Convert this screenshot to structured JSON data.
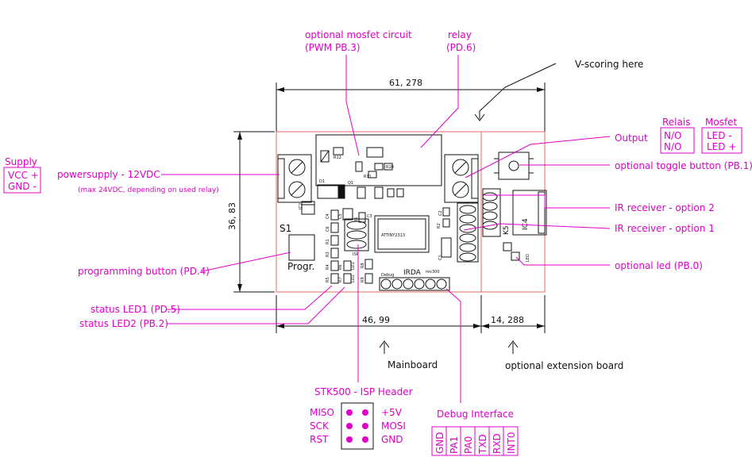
{
  "colors": {
    "annotation": "#e000c8",
    "outline": "#111111",
    "board_edge": "#e86a6a"
  },
  "labels": {
    "mosfet_1": "optional mosfet circuit",
    "mosfet_2": "(PWM PB.3)",
    "relay_1": "relay",
    "relay_2": "(PD.6)",
    "vscoring": "V-scoring here",
    "output": "Output",
    "relais": "Relais",
    "relais_no1": "N/O",
    "relais_no2": "N/O",
    "mosfet_hdr": "Mosfet",
    "mosfet_led_minus": "LED -",
    "mosfet_led_plus": "LED +",
    "supply": "Supply",
    "vcc": "VCC +",
    "gnd": "GND -",
    "powersupply": "powersupply - 12VDC",
    "powersupply_note": "(max 24VDC, depending on used relay)",
    "toggle": "optional toggle button (PB.1)",
    "ir2": "IR receiver - option 2",
    "ir1": "IR receiver - option 1",
    "optled": "optional led (PB.0)",
    "prog_button": "programming button (PD.4)",
    "status1": "status LED1 (PD.5)",
    "status2": "status LED2 (PB.2)",
    "mainboard": "Mainboard",
    "extension": "optional extension board",
    "isp_title": "STK500 - ISP Header",
    "debug_title": "Debug Interface"
  },
  "dimensions": {
    "width_total": "61, 278",
    "height": "36, 83",
    "width_main": "46, 99",
    "width_ext": "14, 288"
  },
  "pcb": {
    "s1": "S1",
    "progr": "Progr.",
    "irda": "IRDA",
    "rev": "rev300",
    "debug": "Debug",
    "chip": "ATTINY2313",
    "isp_silk": "ISP",
    "ic4": "IC4",
    "k5": "K5",
    "led_silk": "LED",
    "parts": {
      "r12": "R12",
      "r10": "R10",
      "r11": "R11",
      "ic2": "IC2",
      "c4": "C4",
      "c6": "C6",
      "c3": "C3",
      "c2": "C2",
      "c1": "C1",
      "r1": "R1",
      "r2": "R2",
      "r3": "R3",
      "r4": "R4",
      "r5": "R5",
      "r6": "R6",
      "r7": "R7",
      "r8": "R8",
      "r9": "R9",
      "ld1": "LD1",
      "ld2": "LD2",
      "q1": "Q1",
      "d1": "D1",
      "c5": "C5",
      "x1": "X1"
    }
  },
  "isp": {
    "left": [
      "MISO",
      "SCK",
      "RST"
    ],
    "right": [
      "+5V",
      "MOSI",
      "GND"
    ]
  },
  "debug_pins": [
    "GND",
    "PA1",
    "PA0",
    "TXD",
    "RXD",
    "INT0"
  ]
}
